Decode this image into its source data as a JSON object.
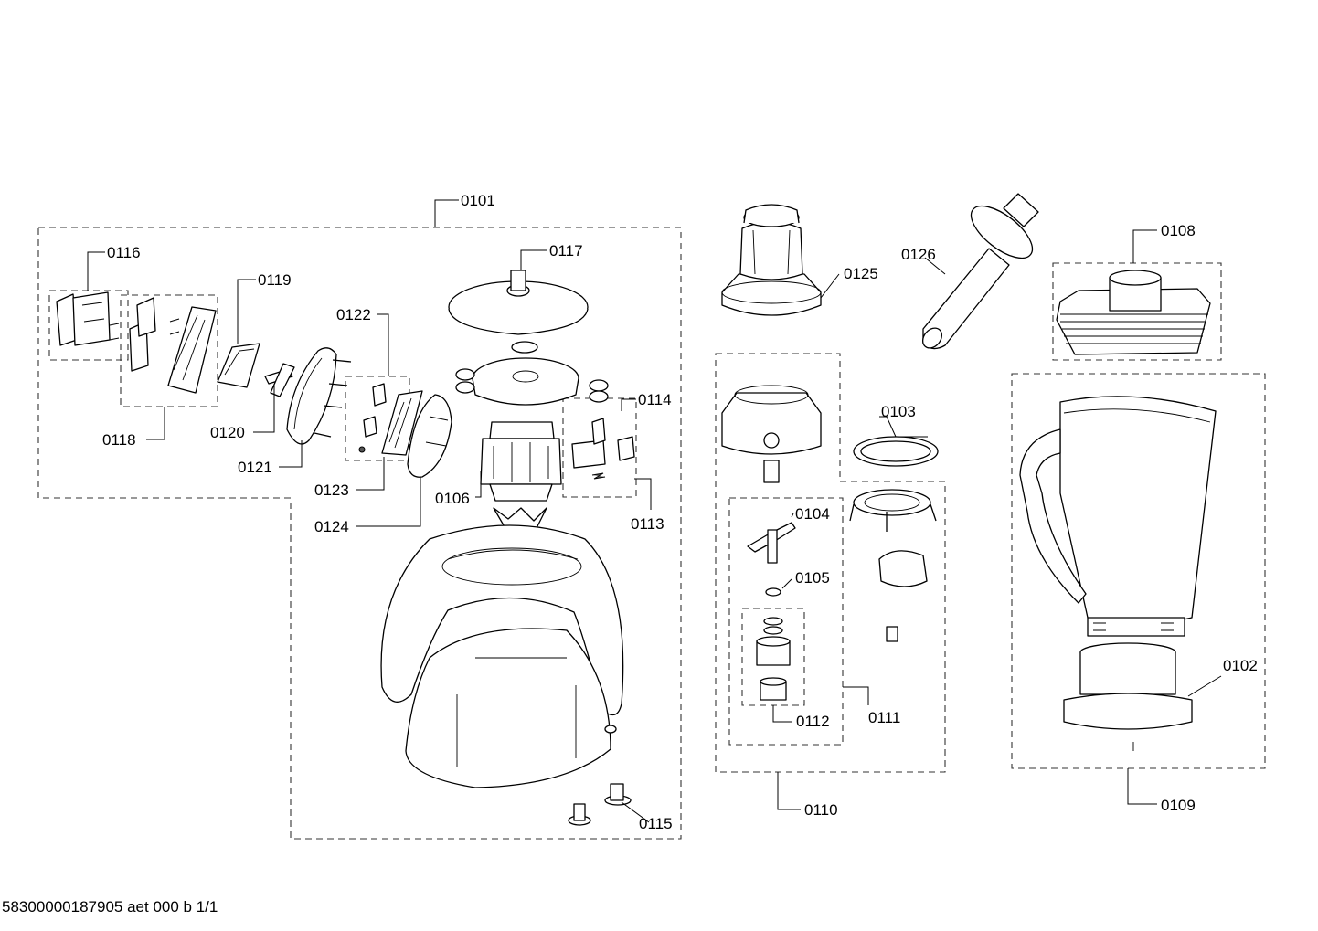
{
  "labels": {
    "p0101": "0101",
    "p0102": "0102",
    "p0103": "0103",
    "p0104": "0104",
    "p0105": "0105",
    "p0106": "0106",
    "p0108": "0108",
    "p0109": "0109",
    "p0110": "0110",
    "p0111": "0111",
    "p0112": "0112",
    "p0113": "0113",
    "p0114": "0114",
    "p0115": "0115",
    "p0116": "0116",
    "p0117": "0117",
    "p0118": "0118",
    "p0119": "0119",
    "p0120": "0120",
    "p0121": "0121",
    "p0122": "0122",
    "p0123": "0123",
    "p0124": "0124",
    "p0125": "0125",
    "p0126": "0126"
  },
  "footer": "58300000187905 aet 000 b 1/1"
}
